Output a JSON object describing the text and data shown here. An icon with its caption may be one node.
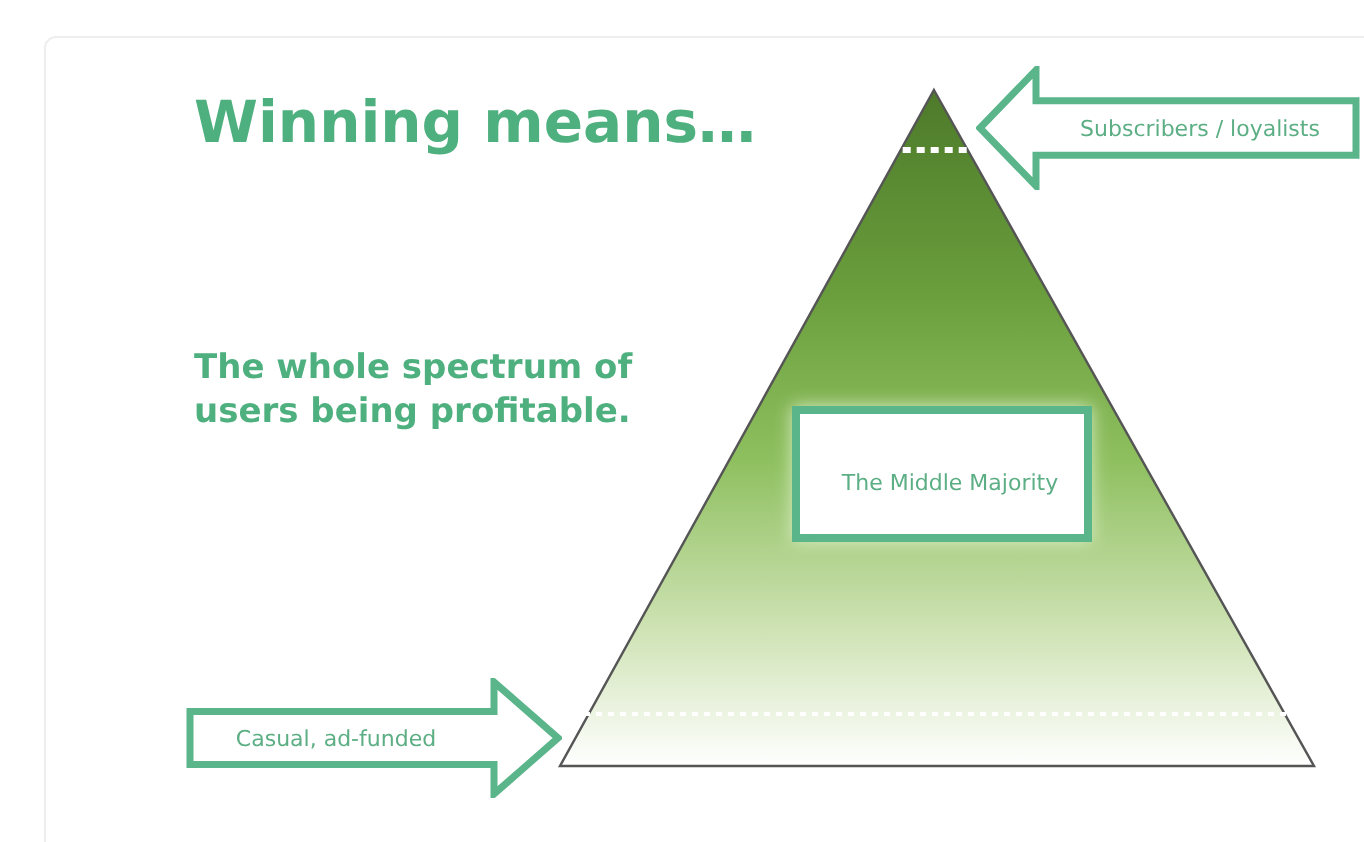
{
  "diagram": {
    "title": "Winning means…",
    "nodes": [
      {
        "text": [
          "Subscribers / loyalists"
        ]
      },
      {
        "text": [],
        "shape": "triangle"
      },
      {
        "text": [
          "The Middle Majority"
        ],
        "in": 1
      },
      {
        "text": [
          "Casual, ad-funded"
        ]
      }
    ],
    "labels": [
      "The whole spectrum of users being profitable."
    ]
  }
}
